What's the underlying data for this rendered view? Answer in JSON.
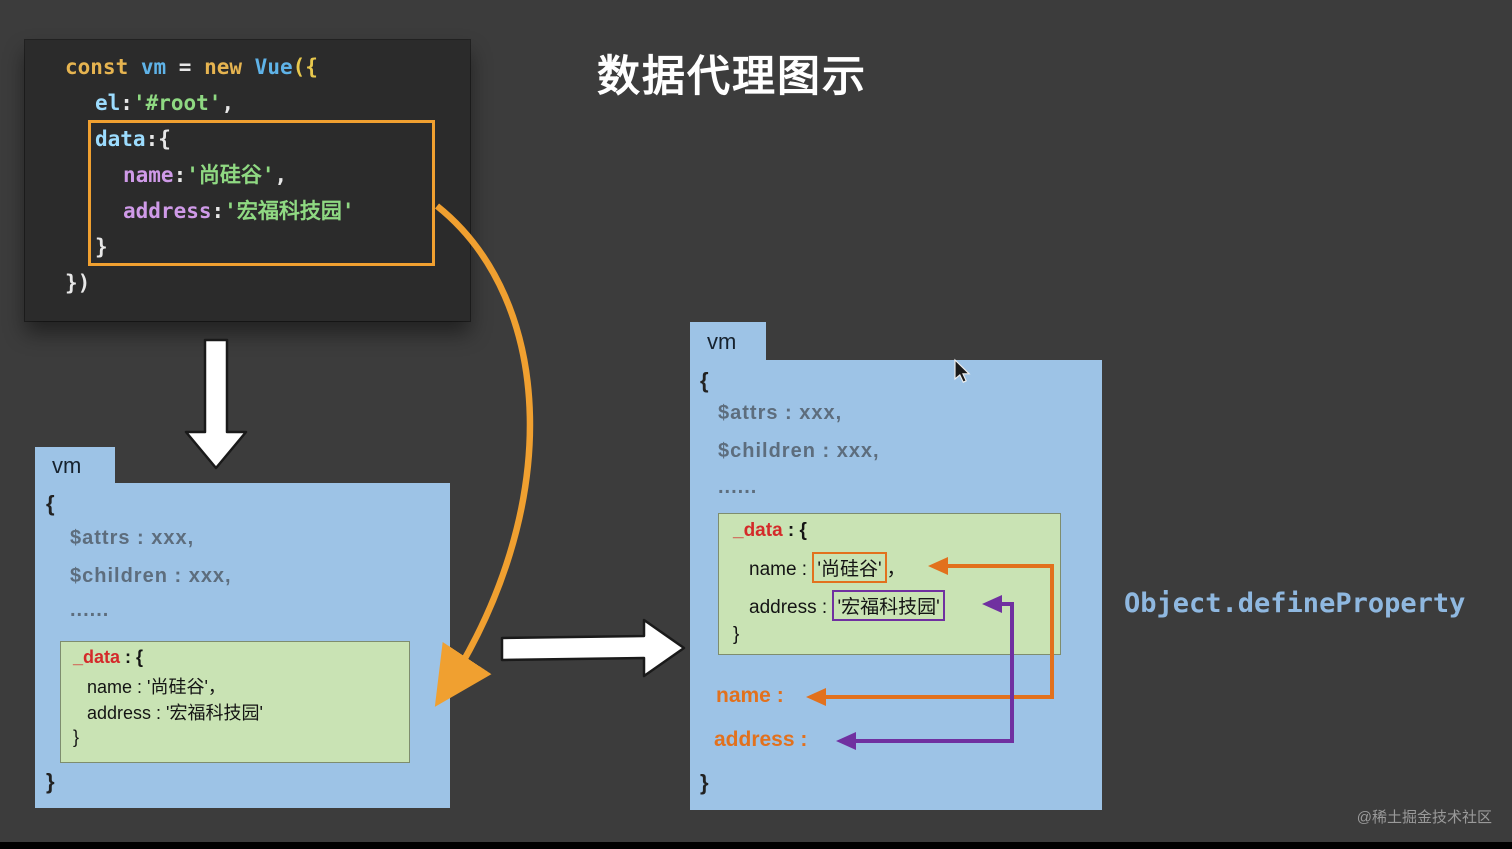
{
  "title": "数据代理图示",
  "side_label": "Object.defineProperty",
  "watermark": "@稀土掘金技术社区",
  "colors": {
    "accent_orange": "#F0A030",
    "connector_orange": "#E2711D",
    "connector_purple": "#7030A0",
    "box_blue": "#9DC3E6",
    "box_green": "#C9E3B4",
    "data_key_red": "#D42A2A",
    "code_bg": "#2B2B2B",
    "page_bg": "#3C3C3C"
  },
  "code": {
    "l1": {
      "kw_const": "const ",
      "var_vm": "vm ",
      "op_eq": "= ",
      "kw_new": "new ",
      "cls_vue": "Vue",
      "br_open": "({"
    },
    "l2": {
      "prop": "el",
      "colon": ":",
      "str": "'#root'",
      "comma": ","
    },
    "l3": {
      "prop": "data",
      "colon": ":",
      "open": "{"
    },
    "l4": {
      "prop": "name",
      "colon": ":",
      "str": "'尚硅谷'",
      "comma": ","
    },
    "l5": {
      "prop": "address",
      "colon": ":",
      "str": "'宏福科技园'"
    },
    "l6": {
      "close": "}"
    },
    "l7": {
      "close": "})"
    }
  },
  "vm_left": {
    "tab": "vm",
    "brace_open": "{",
    "attrs": "$attrs : xxx,",
    "children": "$children : xxx,",
    "dots": "......",
    "data_box": {
      "key": "_data",
      "after_key": " : {",
      "name_line": "name : '尚硅谷'，",
      "address_line": "address : '宏福科技园'",
      "close": "}"
    },
    "brace_close": "}"
  },
  "vm_right": {
    "tab": "vm",
    "brace_open": "{",
    "attrs": "$attrs : xxx,",
    "children": "$children : xxx,",
    "dots": "......",
    "data_box": {
      "key": "_data",
      "after_key": " : {",
      "name_label": "name : ",
      "name_value": "'尚硅谷'",
      "name_comma": "，",
      "address_label": "address : ",
      "address_value": "'宏福科技园'",
      "close": "}"
    },
    "proxy_name": "name :",
    "proxy_address": "address :",
    "brace_close": "}"
  }
}
